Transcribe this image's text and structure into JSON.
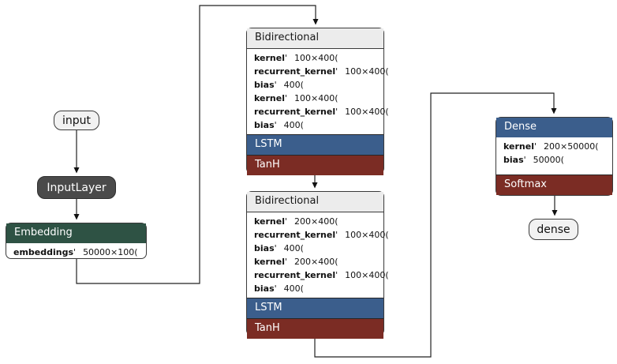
{
  "colors": {
    "lstm_blue": "#3b5e8c",
    "activation_red": "#7b2c24",
    "embedding_green": "#2e5244",
    "inputlayer_gray": "#4a4a4a",
    "header_gray": "#ececec",
    "node_fill": "#f2f2f2",
    "edge": "#222222"
  },
  "nodes": {
    "input": {
      "label": "input"
    },
    "input_layer": {
      "label": "InputLayer"
    },
    "embedding": {
      "title": "Embedding",
      "params": [
        {
          "name": "embeddings",
          "mark": "'",
          "value": "50000×100("
        }
      ]
    },
    "bidirectional_1": {
      "title": "Bidirectional",
      "params": [
        {
          "name": "kernel",
          "mark": "'",
          "value": "100×400("
        },
        {
          "name": "recurrent_kernel",
          "mark": "'",
          "value": "100×400("
        },
        {
          "name": "bias",
          "mark": "'",
          "value": "400("
        },
        {
          "name": "kernel",
          "mark": "'",
          "value": "100×400("
        },
        {
          "name": "recurrent_kernel",
          "mark": "'",
          "value": "100×400("
        },
        {
          "name": "bias",
          "mark": "'",
          "value": "400("
        }
      ],
      "cell_label": "LSTM",
      "activation_label": "TanH"
    },
    "bidirectional_2": {
      "title": "Bidirectional",
      "params": [
        {
          "name": "kernel",
          "mark": "'",
          "value": "200×400("
        },
        {
          "name": "recurrent_kernel",
          "mark": "'",
          "value": "100×400("
        },
        {
          "name": "bias",
          "mark": "'",
          "value": "400("
        },
        {
          "name": "kernel",
          "mark": "'",
          "value": "200×400("
        },
        {
          "name": "recurrent_kernel",
          "mark": "'",
          "value": "100×400("
        },
        {
          "name": "bias",
          "mark": "'",
          "value": "400("
        }
      ],
      "cell_label": "LSTM",
      "activation_label": "TanH"
    },
    "dense": {
      "title": "Dense",
      "params": [
        {
          "name": "kernel",
          "mark": "'",
          "value": "200×50000("
        },
        {
          "name": "bias",
          "mark": "'",
          "value": "50000("
        }
      ],
      "activation_label": "Softmax"
    },
    "output": {
      "label": "dense"
    }
  }
}
